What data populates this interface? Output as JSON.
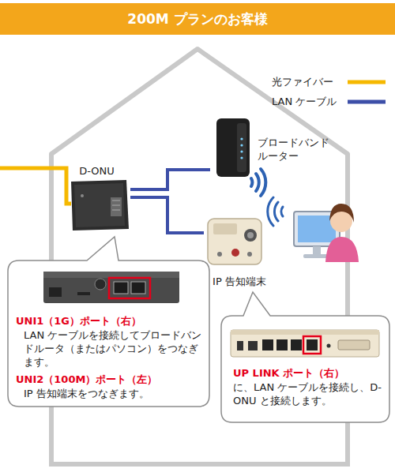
{
  "diagram": {
    "title": "200M プランのお客様",
    "nodes": [
      {
        "text": [
          "D-ONU"
        ]
      },
      {
        "text": [
          "ブロードバンド ルーター"
        ]
      },
      {
        "text": [
          "IP 告知端末"
        ]
      },
      {
        "text": [
          "UNI1（1G）ポート（右）",
          "LAN ケーブルを接続してブロードバンドルータ（またはパソコン）をつなぎます。",
          "UNI2（100M）ポート（左）",
          "IP 告知端末をつなぎます。"
        ]
      },
      {
        "text": [
          "UP LINK ポート（右）",
          "に、LAN ケーブルを接続し、D-ONU と接続します。"
        ]
      }
    ],
    "edges": [
      {
        "from": 0,
        "to": 1,
        "arrow": "none"
      },
      {
        "from": 0,
        "to": 2,
        "arrow": "none"
      }
    ],
    "legend": [
      {
        "text": "光ファイバー"
      },
      {
        "text": "LAN ケーブル"
      }
    ]
  }
}
